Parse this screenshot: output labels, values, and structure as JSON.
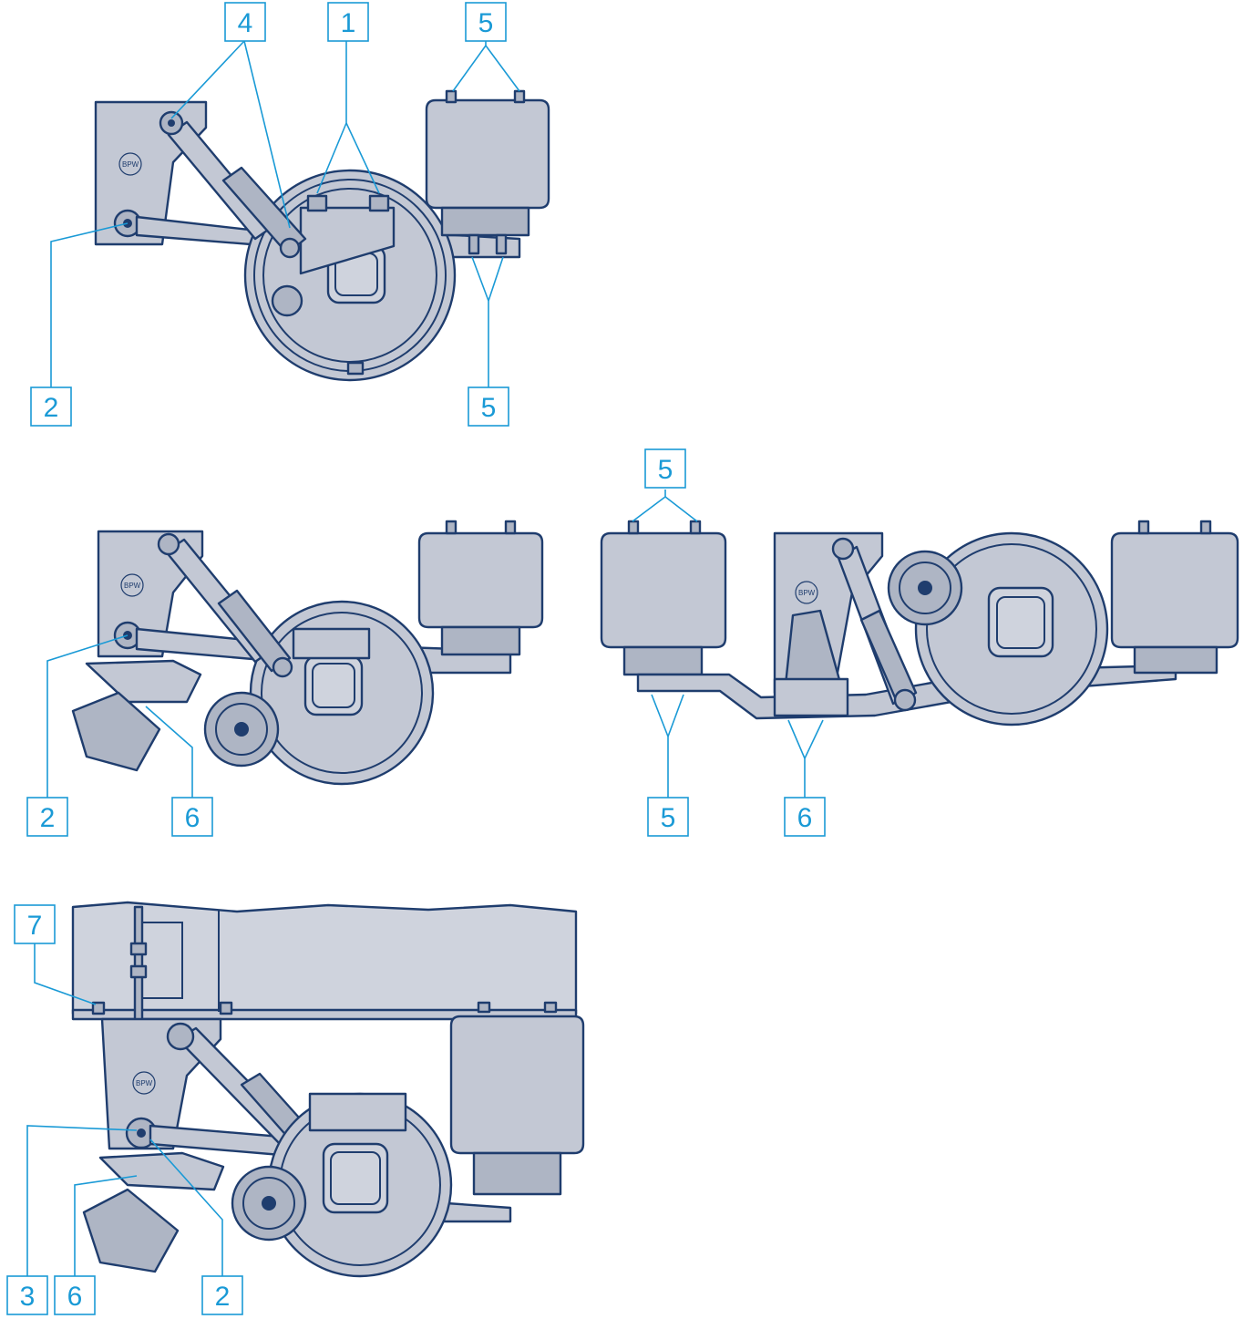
{
  "diagrams": [
    {
      "callouts": [
        "4",
        "1",
        "5",
        "2",
        "5"
      ]
    },
    {
      "callouts": [
        "2",
        "6"
      ]
    },
    {
      "callouts": [
        "5",
        "5",
        "6"
      ]
    },
    {
      "callouts": [
        "7",
        "3",
        "6",
        "2"
      ]
    }
  ],
  "logo_text": "BPW",
  "colors": {
    "callout": "#1a9ad6",
    "outline": "#1f3d6e",
    "metal": "#c3c8d4"
  }
}
